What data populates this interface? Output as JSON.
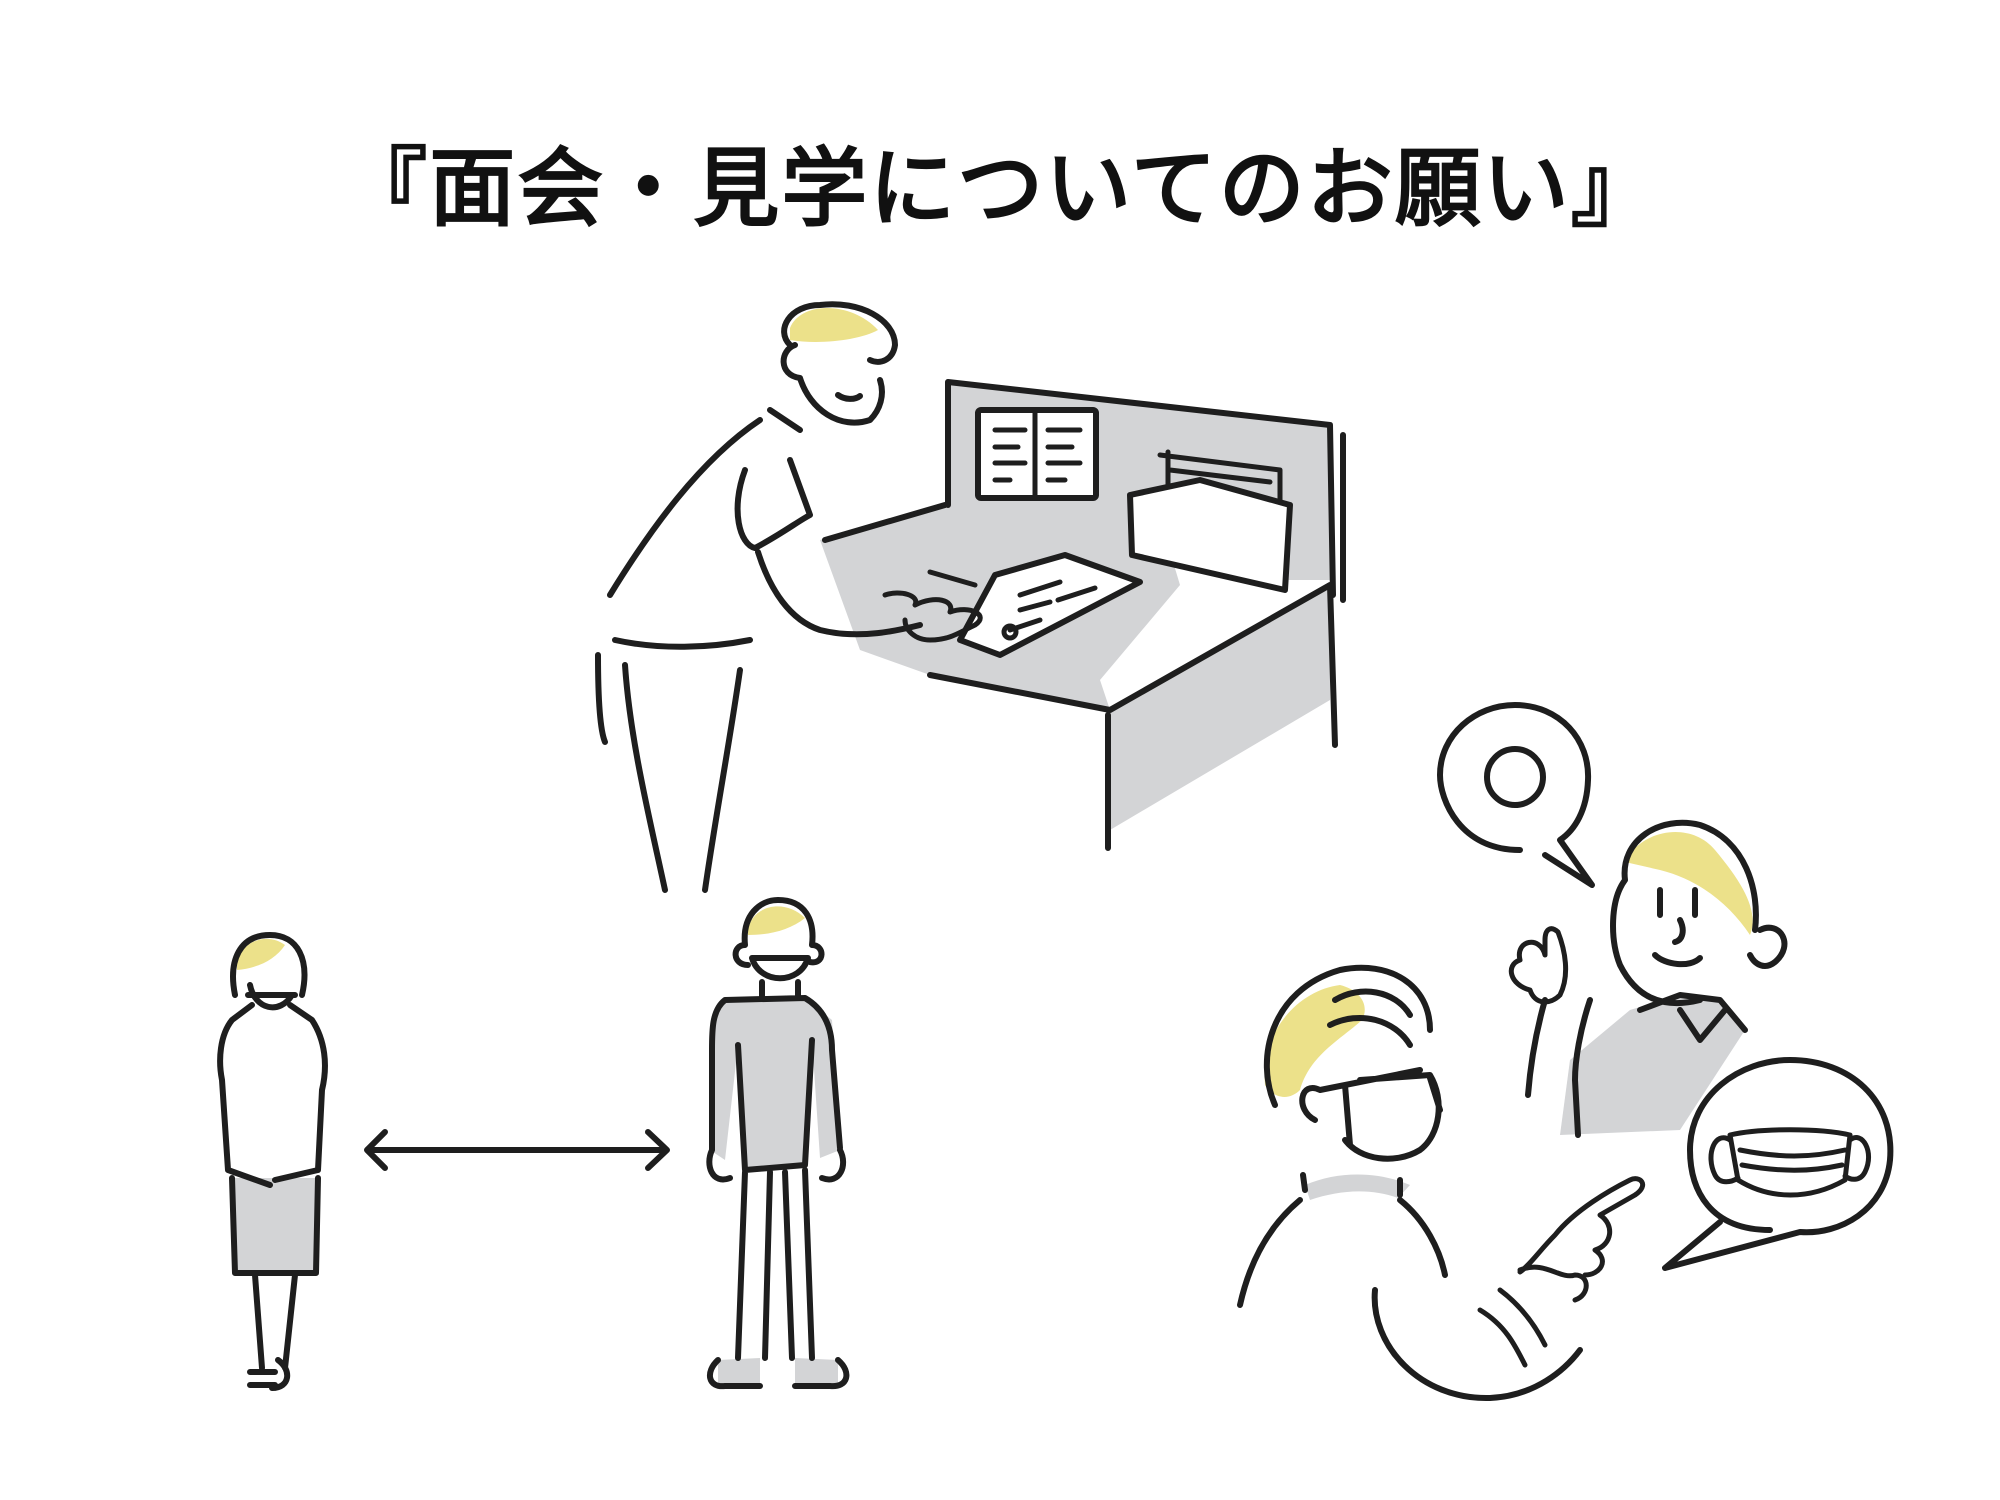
{
  "page": {
    "title": "『面会・見学についてのお願い』",
    "background": "#ffffff"
  },
  "palette": {
    "ink": "#1e1e1e",
    "hair_accent": "#ece18a",
    "fill_gray": "#d3d4d6"
  },
  "illustrations": {
    "reception": "person-signing-in-at-reception-desk",
    "distance": "two-people-keeping-distance",
    "conversation": "people-talking-with-mask-speech-bubbles"
  },
  "icons": [
    "double-arrow-icon",
    "magnifier-icon",
    "mask-icon"
  ]
}
